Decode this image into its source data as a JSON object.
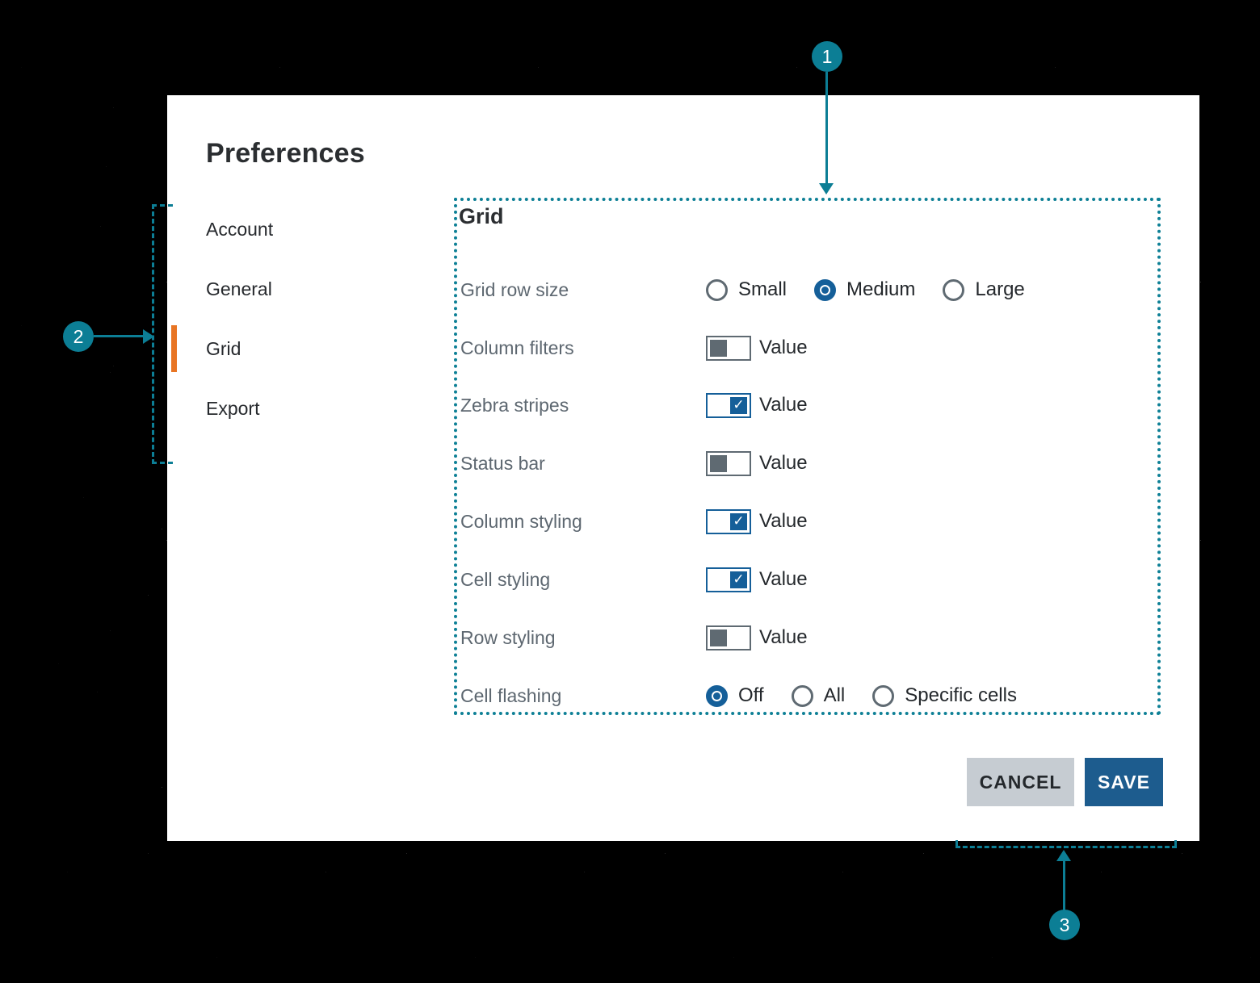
{
  "dialog": {
    "title": "Preferences",
    "sidebar": {
      "items": [
        {
          "label": "Account",
          "selected": false
        },
        {
          "label": "General",
          "selected": false
        },
        {
          "label": "Grid",
          "selected": true
        },
        {
          "label": "Export",
          "selected": false
        }
      ]
    },
    "panel": {
      "heading": "Grid",
      "rows": [
        {
          "label": "Grid row size",
          "type": "radio_group",
          "options": [
            {
              "label": "Small",
              "selected": false
            },
            {
              "label": "Medium",
              "selected": true
            },
            {
              "label": "Large",
              "selected": false
            }
          ]
        },
        {
          "label": "Column filters",
          "type": "toggle",
          "checked": false,
          "value_label": "Value"
        },
        {
          "label": "Zebra stripes",
          "type": "toggle",
          "checked": true,
          "value_label": "Value"
        },
        {
          "label": "Status bar",
          "type": "toggle",
          "checked": false,
          "value_label": "Value"
        },
        {
          "label": "Column styling",
          "type": "toggle",
          "checked": true,
          "value_label": "Value"
        },
        {
          "label": "Cell styling",
          "type": "toggle",
          "checked": true,
          "value_label": "Value"
        },
        {
          "label": "Row styling",
          "type": "toggle",
          "checked": false,
          "value_label": "Value"
        },
        {
          "label": "Cell flashing",
          "type": "radio_group",
          "options": [
            {
              "label": "Off",
              "selected": true
            },
            {
              "label": "All",
              "selected": false
            },
            {
              "label": "Specific cells",
              "selected": false
            }
          ]
        }
      ]
    },
    "footer": {
      "cancel_label": "CANCEL",
      "save_label": "SAVE"
    }
  },
  "annotations": {
    "callout_1": "1",
    "callout_2": "2",
    "callout_3": "3"
  },
  "icons": {
    "check": "✓"
  },
  "colors": {
    "annotation_teal": "#0c7e95",
    "active_tab_orange": "#e87524",
    "control_blue": "#155f99",
    "save_button_blue": "#1d5c8e",
    "cancel_button_gray": "#c6ccd2",
    "row_label_gray": "#5d6770",
    "text_dark": "#26292d"
  }
}
